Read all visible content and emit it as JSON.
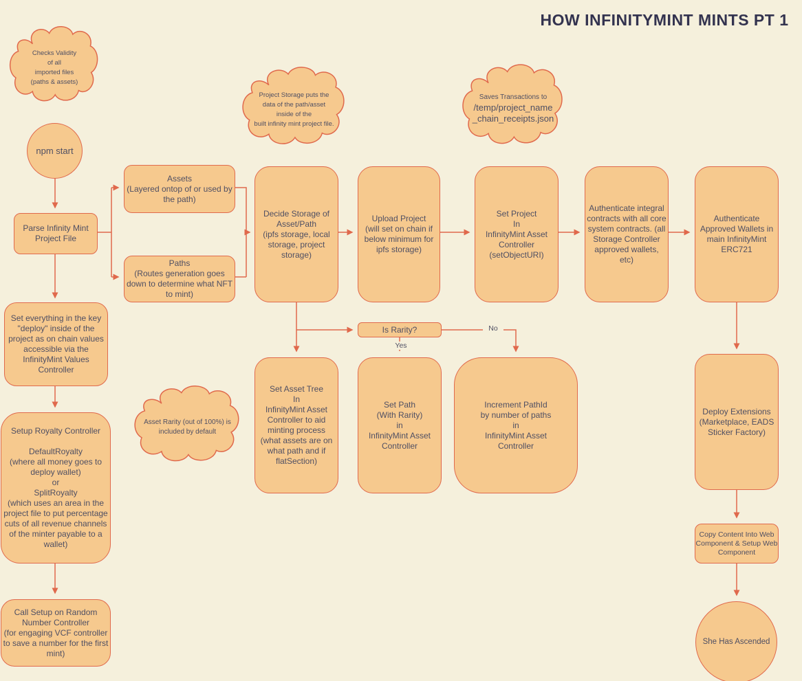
{
  "title": "HOW INFINITYMINT MINTS PT 1",
  "colors": {
    "background": "#f5f0dc",
    "shape_fill": "#f6c98e",
    "shape_border": "#e0694c",
    "arrow": "#e0694c",
    "text": "#4f4f63",
    "title_text": "#33334f"
  },
  "clouds": {
    "checks": {
      "text": "Checks Validity\nof all\nimported files\n(paths & assets)"
    },
    "project_storage": {
      "text": "Project Storage puts the\ndata of the path/asset\ninside of the\nbuilt infinity mint project file."
    },
    "saves": {
      "line1": "Saves Transactions to",
      "path": "/temp/project_name\n_chain_receipts.json"
    },
    "asset_rarity": {
      "text": "Asset Rarity (out of 100%) is\nincluded by default"
    }
  },
  "nodes": {
    "npm_start": {
      "label": "npm start"
    },
    "parse_project": {
      "label": "Parse Infinity Mint\nProject File"
    },
    "assets": {
      "label": "Assets\n(Layered ontop of or used by\nthe path)"
    },
    "paths": {
      "label": "Paths\n(Routes generation goes\ndown to determine what NFT\nto mint)"
    },
    "decide_storage": {
      "label": "Decide Storage of\nAsset/Path\n(ipfs storage, local\nstorage, project\nstorage)"
    },
    "upload_project": {
      "label": "Upload Project\n(will set on chain if\nbelow minimum for\nipfs storage)"
    },
    "set_project": {
      "label": "Set Project\nIn\nInfinityMint Asset\nController\n(setObjectURI)"
    },
    "auth_integral": {
      "label": "Authenticate integral\ncontracts with all core\nsystem contracts. (all\nStorage Controller\napproved wallets,\netc)"
    },
    "auth_wallets": {
      "label": "Authenticate\nApproved Wallets in\nmain InfinityMint\nERC721"
    },
    "set_deploy_values": {
      "label": "Set everything in the key\n\"deploy\" inside of the\nproject as on chain values\naccessible via the\nInfinityMint Values\nController"
    },
    "setup_royalty": {
      "label": "Setup Royalty Controller\n\nDefaultRoyalty\n(where all money goes to\ndeploy wallet)\nor\nSplitRoyalty\n(which uses an area in the\nproject file to put percentage\ncuts of all revenue channels\nof the minter payable to a\nwallet)"
    },
    "random_number": {
      "label": "Call Setup on Random\nNumber Controller\n(for engaging VCF controller\nto save a number for the first\nmint)"
    },
    "is_rarity": {
      "label": "Is Rarity?"
    },
    "set_asset_tree": {
      "label": "Set Asset Tree\nIn\nInfinityMint Asset\nController to aid\nminting process\n(what assets are on\nwhat path and if\nflatSection)"
    },
    "set_path": {
      "label": "Set Path\n(With Rarity)\nin\nInfinityMint Asset\nController"
    },
    "increment_pathid": {
      "label": "Increment PathId\nby number of paths\nin\nInfinityMint Asset\nController"
    },
    "deploy_extensions": {
      "label": "Deploy Extensions\n(Marketplace, EADS\nSticker Factory)"
    },
    "copy_content": {
      "label": "Copy Content Into Web\nComponent & Setup Web\nComponent"
    },
    "ascended": {
      "label": "She Has Ascended"
    }
  },
  "edge_labels": {
    "yes": "Yes",
    "no": "No"
  }
}
